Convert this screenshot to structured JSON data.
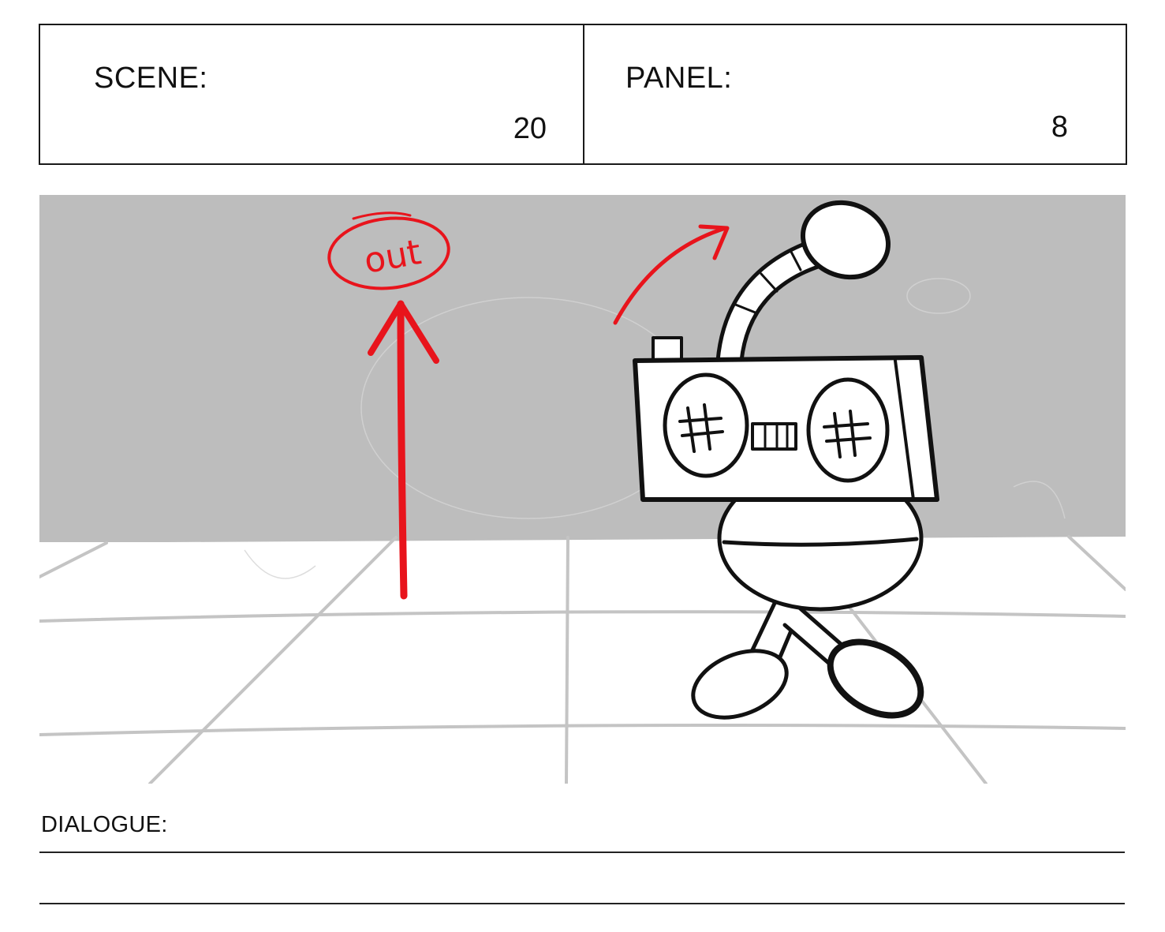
{
  "header": {
    "scene_label": "SCENE:",
    "scene_value": "20",
    "panel_label": "PANEL:",
    "panel_value": "8"
  },
  "panel": {
    "annotation_text": "out",
    "annotation_color": "#e8141c",
    "wall_color": "#bdbdbd",
    "floor_grid_color": "#c4c4c4"
  },
  "dialogue": {
    "label": "DIALOGUE:",
    "text": ""
  }
}
